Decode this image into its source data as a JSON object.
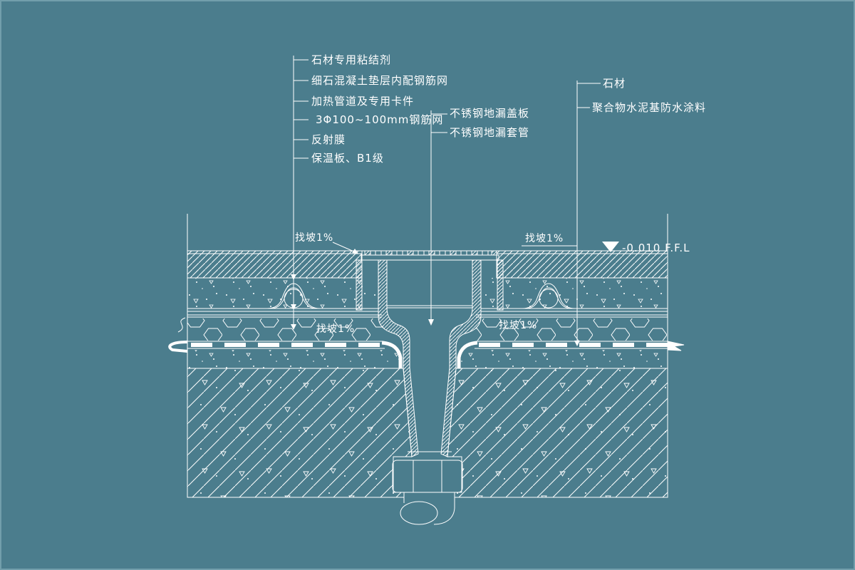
{
  "colors": {
    "background": "#4b7d8d",
    "line": "#ffffff"
  },
  "labels": {
    "left": [
      "石材专用粘结剂",
      "细石混凝土垫层内配钢筋网",
      "加热管道及专用卡件",
      "3Φ100~100mm钢筋网",
      "反射膜",
      "保温板、B1级"
    ],
    "center": [
      "不锈钢地漏盖板",
      "不锈钢地漏套管"
    ],
    "right": [
      "石材",
      "聚合物水泥基防水涂料"
    ],
    "slope_top_left": "找坡1%",
    "slope_top_right": "找坡1%",
    "slope_mid_left": "找坡1%",
    "slope_mid_right": "找坡1%",
    "level_marker": "-0.010 F.F.L"
  }
}
